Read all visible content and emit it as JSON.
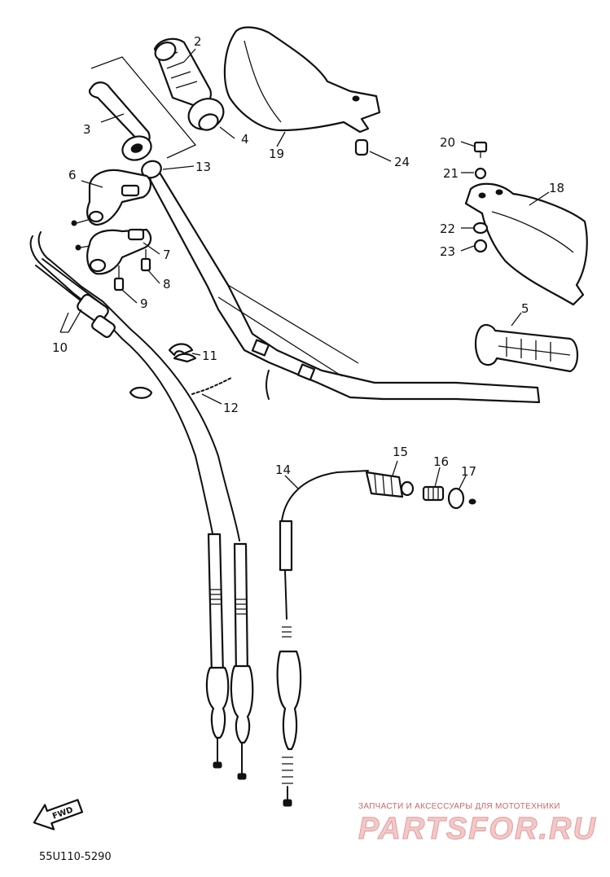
{
  "callouts": [
    {
      "id": "2",
      "label": "2"
    },
    {
      "id": "3",
      "label": "3"
    },
    {
      "id": "4",
      "label": "4"
    },
    {
      "id": "5",
      "label": "5"
    },
    {
      "id": "6",
      "label": "6"
    },
    {
      "id": "7",
      "label": "7"
    },
    {
      "id": "8",
      "label": "8"
    },
    {
      "id": "9",
      "label": "9"
    },
    {
      "id": "10",
      "label": "10"
    },
    {
      "id": "11",
      "label": "11"
    },
    {
      "id": "12",
      "label": "12"
    },
    {
      "id": "13",
      "label": "13"
    },
    {
      "id": "14",
      "label": "14"
    },
    {
      "id": "15",
      "label": "15"
    },
    {
      "id": "16",
      "label": "16"
    },
    {
      "id": "17",
      "label": "17"
    },
    {
      "id": "18",
      "label": "18"
    },
    {
      "id": "19",
      "label": "19"
    },
    {
      "id": "20",
      "label": "20"
    },
    {
      "id": "21",
      "label": "21"
    },
    {
      "id": "22",
      "label": "22"
    },
    {
      "id": "23",
      "label": "23"
    },
    {
      "id": "24",
      "label": "24"
    }
  ],
  "fwd_badge": "FWD",
  "diagram_code": "55U110-5290",
  "watermark": {
    "tagline": "ЗАПЧАСТИ И АКСЕССУАРЫ ДЛЯ МОТОТЕХНИКИ",
    "logo": "PARTSFOR.RU"
  }
}
